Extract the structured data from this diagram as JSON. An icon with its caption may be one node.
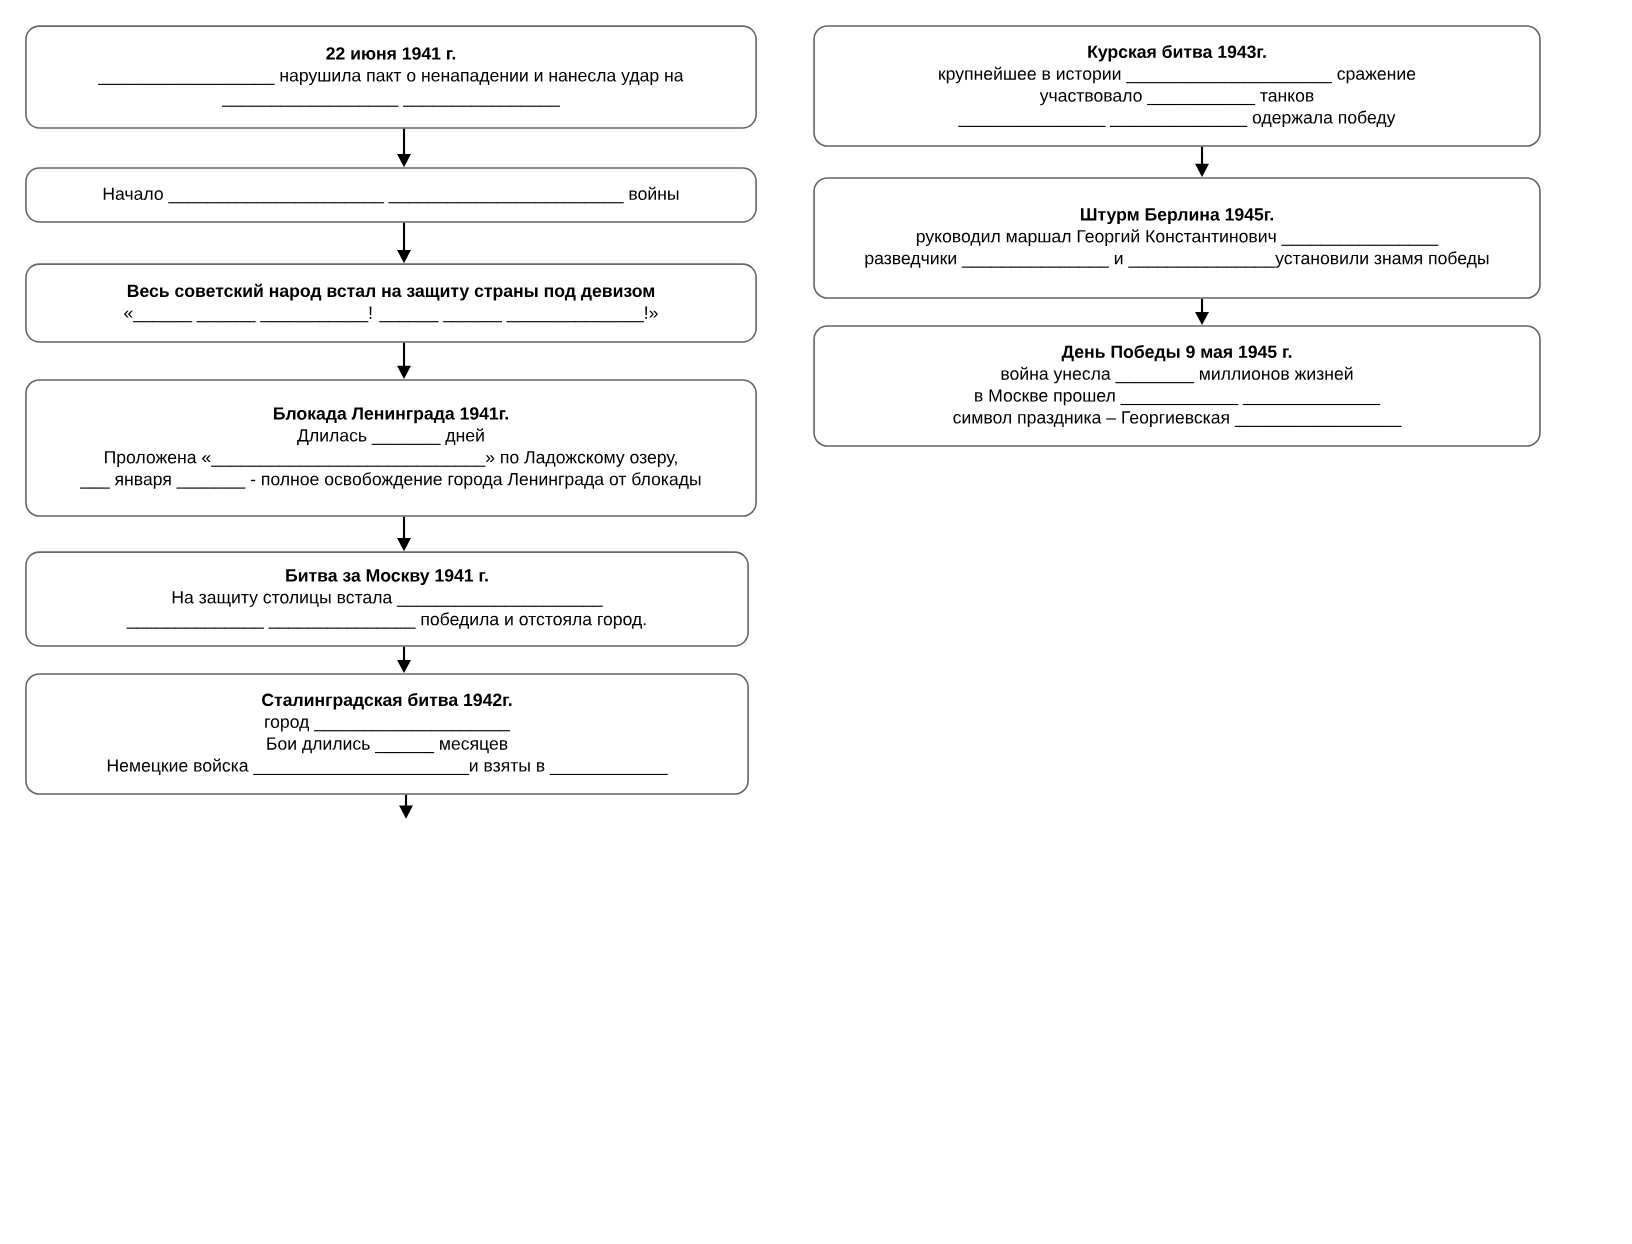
{
  "diagram": {
    "nodes": [
      {
        "text": [
          "22 июня 1941 г.",
          "__________________ нарушила пакт о ненападении и нанесла удар на",
          "__________________ ________________"
        ]
      },
      {
        "text": [
          "Начало ______________________ ________________________ войны"
        ]
      },
      {
        "text": [
          "Весь советский народ встал на защиту страны под девизом",
          "«______ ______ ___________! ______ ______ ______________!»"
        ]
      },
      {
        "text": [
          "Блокада Ленинграда 1941г.",
          "Длилась _______ дней",
          "Проложена «____________________________» по Ладожскому озеру,",
          "___ января _______ - полное освобождение города Ленинграда от блокады"
        ]
      },
      {
        "text": [
          "Битва за Москву 1941 г.",
          "На защиту столицы встала _____________________",
          "______________ _______________ победила и отстояла город."
        ]
      },
      {
        "text": [
          "Сталинградская битва 1942г.",
          "город ____________________",
          "Бои длились ______ месяцев",
          "Немецкие войска ______________________и взяты в ____________"
        ]
      },
      {
        "text": [
          "Курская битва 1943г.",
          "крупнейшее в истории _____________________ сражение",
          "участвовало ___________ танков",
          "_______________ ______________ одержала победу"
        ]
      },
      {
        "text": [
          "Штурм Берлина 1945г.",
          "руководил маршал Георгий Константинович ________________",
          "разведчики _______________ и _______________установили знамя победы"
        ]
      },
      {
        "text": [
          "День Победы 9 мая 1945 г.",
          "война унесла ________ миллионов жизней",
          "в Москве прошел ____________ ______________",
          "символ праздника – Георгиевская _________________"
        ]
      }
    ],
    "edges": [
      {
        "from": 0,
        "to": 1,
        "arrow": "to"
      },
      {
        "from": 1,
        "to": 2,
        "arrow": "to"
      },
      {
        "from": 2,
        "to": 3,
        "arrow": "to"
      },
      {
        "from": 3,
        "to": 4,
        "arrow": "to"
      },
      {
        "from": 4,
        "to": 5,
        "arrow": "to"
      },
      {
        "from": 5,
        "to": null,
        "arrow": "to"
      },
      {
        "from": 6,
        "to": 7,
        "arrow": "to"
      },
      {
        "from": 7,
        "to": 8,
        "arrow": "to"
      }
    ]
  }
}
